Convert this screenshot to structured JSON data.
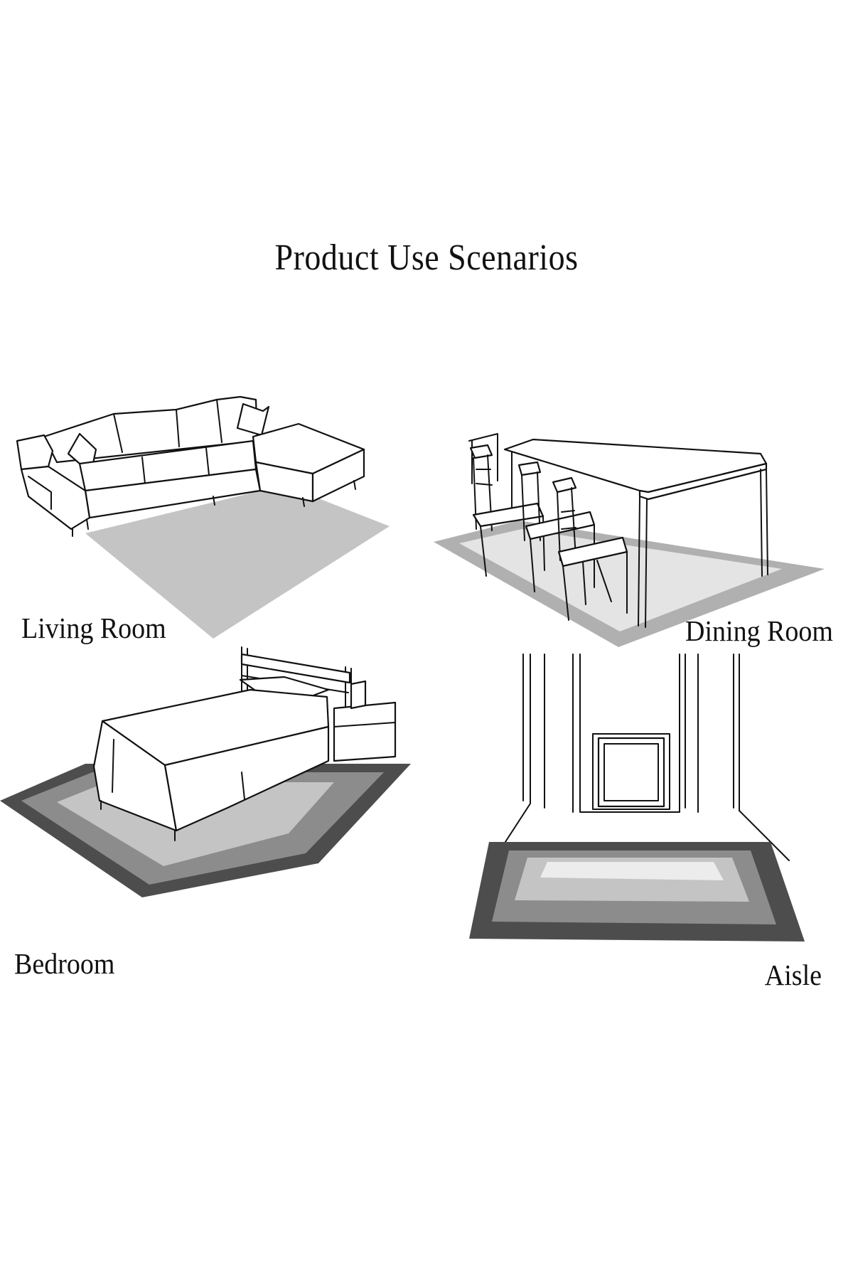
{
  "title": "Product Use Scenarios",
  "scenes": {
    "living": {
      "label": "Living Room"
    },
    "dining": {
      "label": "Dining Room"
    },
    "bedroom": {
      "label": "Bedroom"
    },
    "aisle": {
      "label": "Aisle"
    }
  },
  "colors": {
    "rug_light": "#c4c4c4",
    "rug_mid": "#8c8c8c",
    "rug_dark": "#4d4d4d",
    "rug_pale": "#e4e4e4",
    "line": "#111111"
  }
}
